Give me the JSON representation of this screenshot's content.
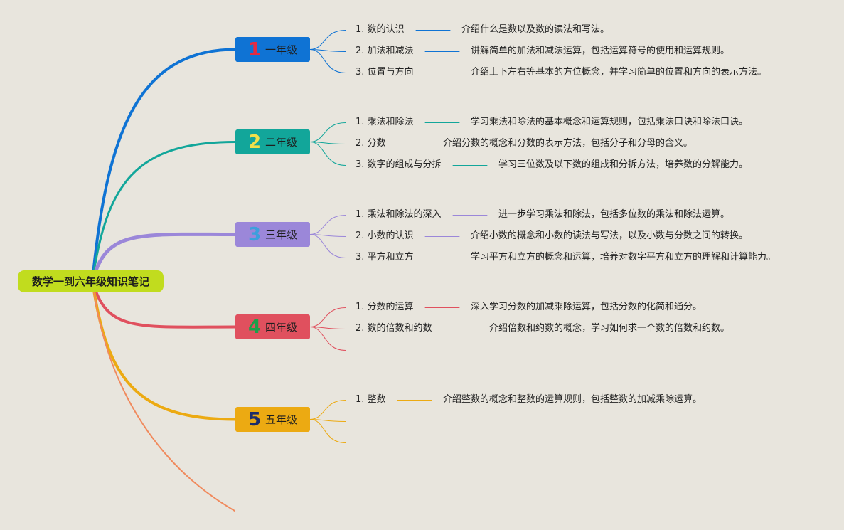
{
  "root": {
    "title": "数学一到六年级知识笔记"
  },
  "grades": [
    {
      "num": "1",
      "label": "一年级",
      "color": "#0f73d4",
      "num_color": "#e32b43",
      "line_color": "#0f73d4",
      "topics": [
        {
          "title": "1. 数的认识",
          "desc": "介绍什么是数以及数的读法和写法。"
        },
        {
          "title": "2. 加法和减法",
          "desc": "讲解简单的加法和减法运算，包括运算符号的使用和运算规则。"
        },
        {
          "title": "3. 位置与方向",
          "desc": "介绍上下左右等基本的方位概念，并学习简单的位置和方向的表示方法。"
        }
      ]
    },
    {
      "num": "2",
      "label": "二年级",
      "color": "#12a69a",
      "num_color": "#f0e04a",
      "line_color": "#12a69a",
      "topics": [
        {
          "title": "1. 乘法和除法",
          "desc": "学习乘法和除法的基本概念和运算规则，包括乘法口诀和除法口诀。"
        },
        {
          "title": "2. 分数",
          "desc": "介绍分数的概念和分数的表示方法，包括分子和分母的含义。"
        },
        {
          "title": "3. 数字的组成与分拆",
          "desc": "学习三位数及以下数的组成和分拆方法，培养数的分解能力。"
        }
      ]
    },
    {
      "num": "3",
      "label": "三年级",
      "color": "#9b87d9",
      "num_color": "#3d9fdc",
      "line_color": "#9b87d9",
      "topics": [
        {
          "title": "1. 乘法和除法的深入",
          "desc": "进一步学习乘法和除法，包括多位数的乘法和除法运算。"
        },
        {
          "title": "2. 小数的认识",
          "desc": "介绍小数的概念和小数的读法与写法，以及小数与分数之间的转换。"
        },
        {
          "title": "3. 平方和立方",
          "desc": "学习平方和立方的概念和运算，培养对数字平方和立方的理解和计算能力。"
        }
      ]
    },
    {
      "num": "4",
      "label": "四年级",
      "color": "#e0505e",
      "num_color": "#1d9f4a",
      "line_color": "#e0505e",
      "topics": [
        {
          "title": "1. 分数的运算",
          "desc": "深入学习分数的加减乘除运算，包括分数的化简和通分。"
        },
        {
          "title": "2. 数的倍数和约数",
          "desc": "介绍倍数和约数的概念，学习如何求一个数的倍数和约数。"
        }
      ]
    },
    {
      "num": "5",
      "label": "五年级",
      "color": "#ecaa12",
      "num_color": "#1d2c6a",
      "line_color": "#ecaa12",
      "topics": [
        {
          "title": "1. 整数",
          "desc": "介绍整数的概念和整数的运算规则，包括整数的加减乘除运算。"
        }
      ]
    }
  ],
  "extra_branch_color": "#f08a5d"
}
